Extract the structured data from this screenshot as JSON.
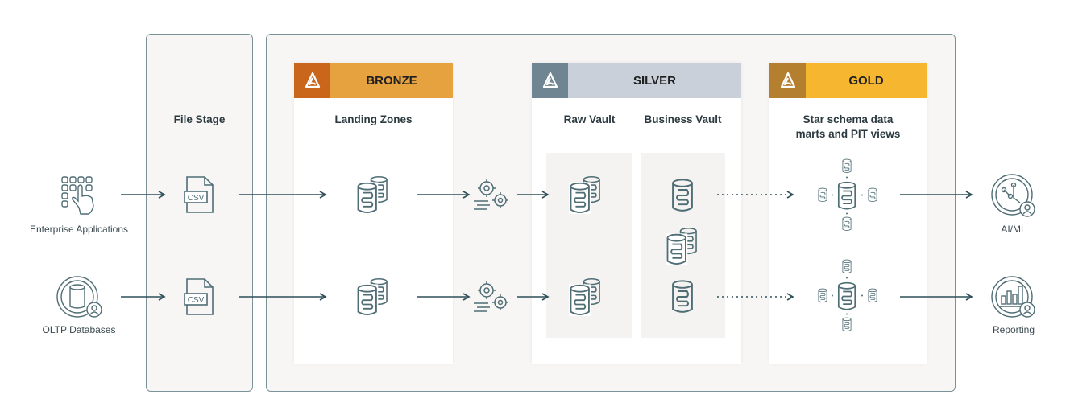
{
  "sources": [
    {
      "label": "Enterprise Applications",
      "icon": "app-grid-touch-icon"
    },
    {
      "label": "OLTP Databases",
      "icon": "database-user-icon"
    }
  ],
  "file_stage": {
    "title": "File Stage",
    "file_label": "CSV"
  },
  "bronze": {
    "title": "BRONZE",
    "subtitle": "Landing Zones",
    "color": "#e5a23f",
    "icon_color": "#c9661c"
  },
  "silver": {
    "title": "SILVER",
    "raw": "Raw Vault",
    "business": "Business Vault",
    "color": "#c9d0da",
    "icon_color": "#6f8591"
  },
  "gold": {
    "title": "GOLD",
    "subtitle_line1": "Star schema data",
    "subtitle_line2": "marts and PIT views",
    "color": "#f7b62f",
    "icon_color": "#b47f2e"
  },
  "outputs": [
    {
      "label": "AI/ML",
      "icon": "ai-ml-user-icon"
    },
    {
      "label": "Reporting",
      "icon": "reporting-chart-user-icon"
    }
  ]
}
